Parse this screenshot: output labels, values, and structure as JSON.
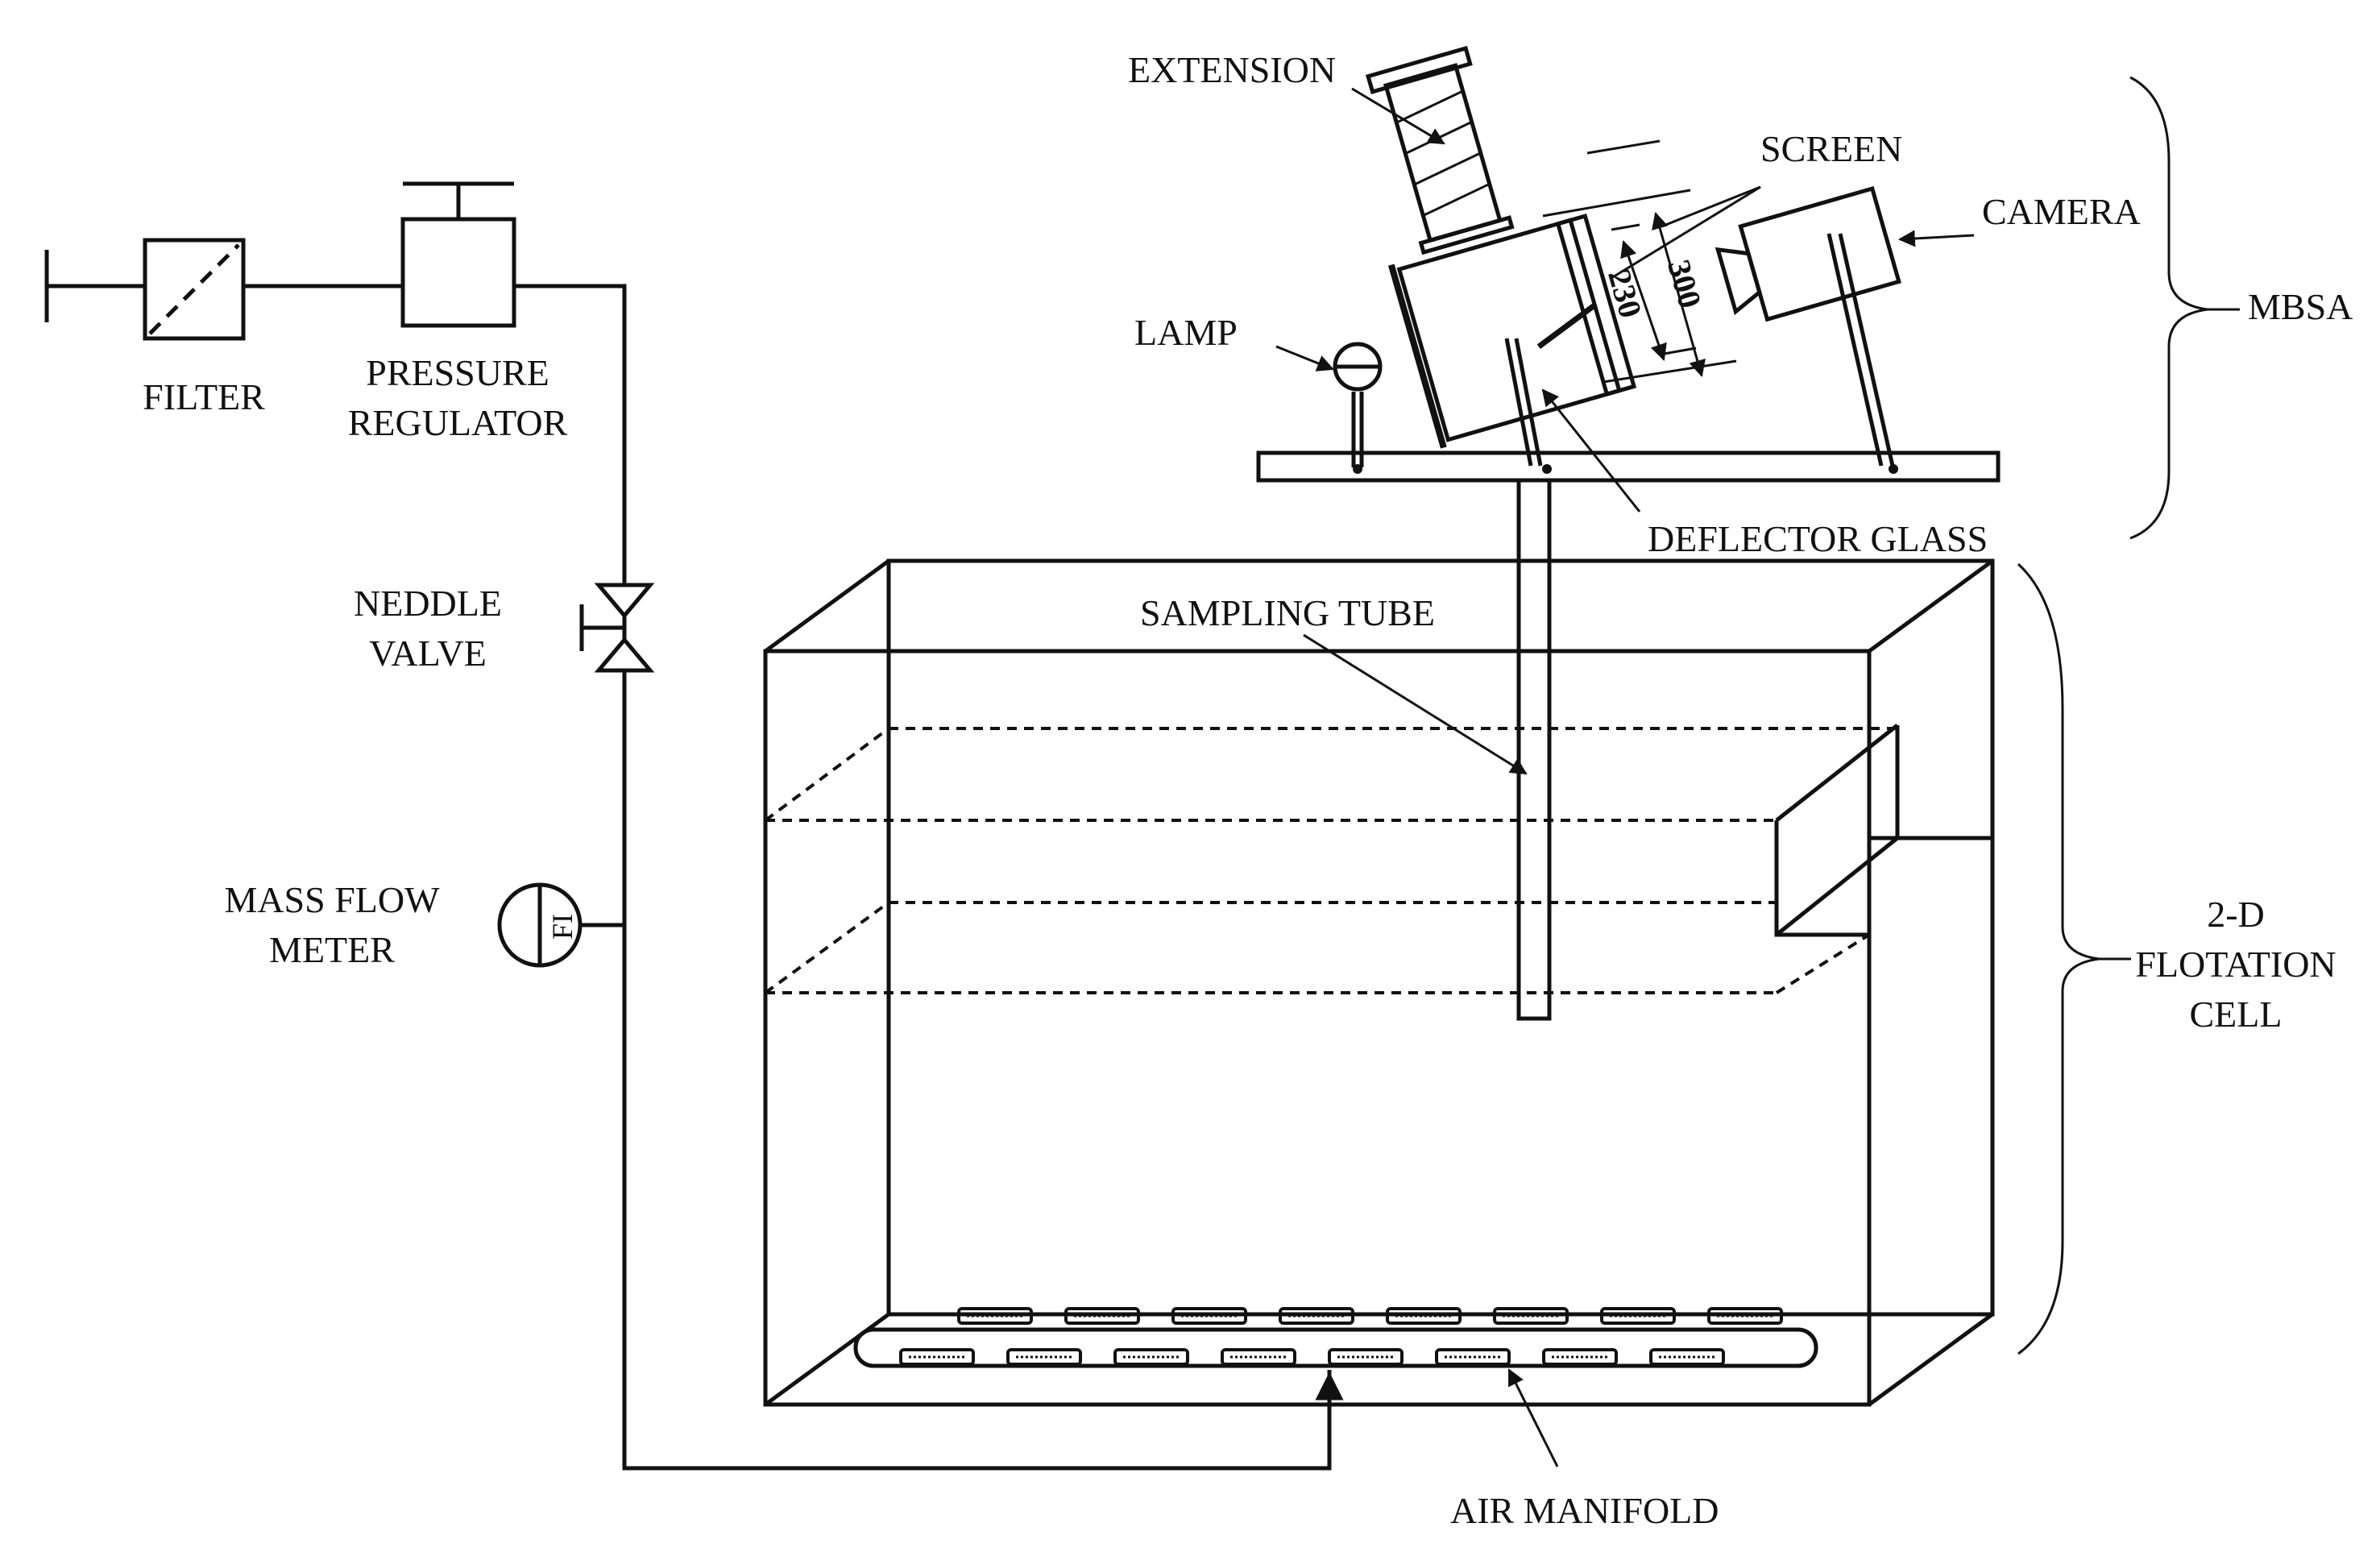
{
  "labels": {
    "filter": "FILTER",
    "pressure_regulator_1": "PRESSURE",
    "pressure_regulator_2": "REGULATOR",
    "needle_valve_1": "NEDDLE",
    "needle_valve_2": "VALVE",
    "mass_flow_meter_1": "MASS FLOW",
    "mass_flow_meter_2": "METER",
    "flow_indicator": "FI",
    "extension": "EXTENSION",
    "screen": "SCREEN",
    "camera": "CAMERA",
    "lamp": "LAMP",
    "deflector_glass": "DEFLECTOR GLASS",
    "sampling_tube": "SAMPLING TUBE",
    "air_manifold": "AIR MANIFOLD",
    "mbsa": "MBSA",
    "flotation_cell_1": "2-D",
    "flotation_cell_2": "FLOTATION",
    "flotation_cell_3": "CELL",
    "dim_230": "230",
    "dim_300": "300"
  }
}
